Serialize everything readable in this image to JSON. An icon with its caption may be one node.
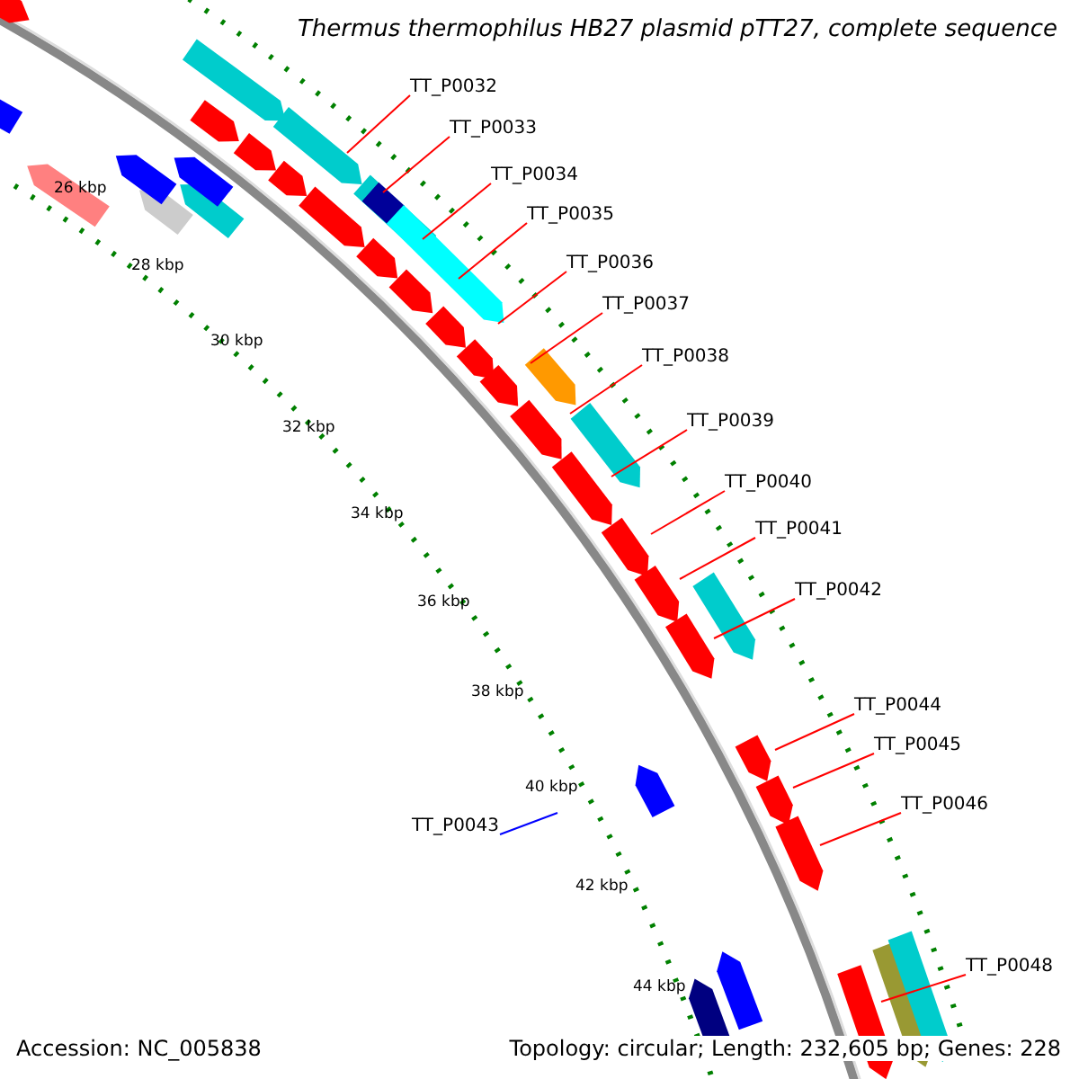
{
  "diagram": {
    "title": "Thermus thermophilus HB27 plasmid pTT27, complete sequence",
    "nodes": [
      {
        "text": [
          "TT_P0032"
        ]
      },
      {
        "text": [
          "TT_P0033"
        ]
      },
      {
        "text": [
          "TT_P0034"
        ]
      },
      {
        "text": [
          "TT_P0035"
        ]
      },
      {
        "text": [
          "TT_P0036"
        ]
      },
      {
        "text": [
          "TT_P0037"
        ]
      },
      {
        "text": [
          "TT_P0038"
        ]
      },
      {
        "text": [
          "TT_P0039"
        ]
      },
      {
        "text": [
          "TT_P0040"
        ]
      },
      {
        "text": [
          "TT_P0041"
        ]
      },
      {
        "text": [
          "TT_P0042"
        ]
      },
      {
        "text": [
          "TT_P0044"
        ]
      },
      {
        "text": [
          "TT_P0045"
        ]
      },
      {
        "text": [
          "TT_P0046"
        ]
      },
      {
        "text": [
          "TT_P0043"
        ]
      },
      {
        "text": [
          "TT_P0048"
        ]
      }
    ],
    "edges": [
      {
        "from": 0,
        "to": null,
        "arrow": "none"
      },
      {
        "from": 1,
        "to": null,
        "arrow": "none"
      },
      {
        "from": 2,
        "to": null,
        "arrow": "none"
      },
      {
        "from": 3,
        "to": null,
        "arrow": "none"
      },
      {
        "from": 4,
        "to": null,
        "arrow": "none"
      },
      {
        "from": 5,
        "to": null,
        "arrow": "none"
      },
      {
        "from": 6,
        "to": null,
        "arrow": "none"
      },
      {
        "from": 7,
        "to": null,
        "arrow": "none"
      },
      {
        "from": 8,
        "to": null,
        "arrow": "none"
      },
      {
        "from": 9,
        "to": null,
        "arrow": "none"
      },
      {
        "from": 10,
        "to": null,
        "arrow": "none"
      },
      {
        "from": 11,
        "to": null,
        "arrow": "none"
      },
      {
        "from": 12,
        "to": null,
        "arrow": "none"
      },
      {
        "from": 13,
        "to": null,
        "arrow": "none"
      },
      {
        "from": 14,
        "to": null,
        "arrow": "none",
        "color": "#0000ff"
      },
      {
        "from": 15,
        "to": null,
        "arrow": "none"
      }
    ],
    "labels": [
      "26 kbp",
      "28 kbp",
      "30 kbp",
      "32 kbp",
      "34 kbp",
      "36 kbp",
      "38 kbp",
      "40 kbp",
      "42 kbp",
      "44 kbp",
      "Accession: NC_005838",
      "Topology: circular; Length: 232,605 bp; Genes: 228"
    ]
  }
}
